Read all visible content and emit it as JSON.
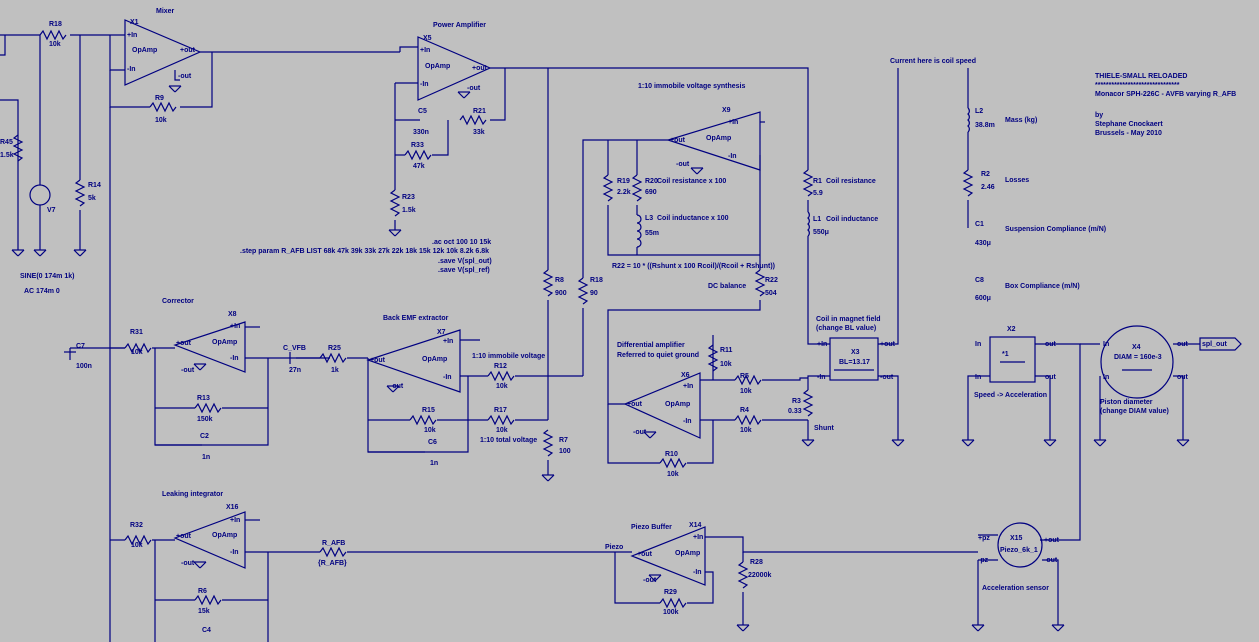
{
  "title": {
    "line1": "THIELE-SMALL RELOADED",
    "line2": "*******************************",
    "line3": "Monacor SPH-226C - AVFB varying R_AFB",
    "line4": "by",
    "line5": "Stephane Cnockaert",
    "line6": "Brussels - May 2010"
  },
  "blocks": {
    "mixer": "Mixer",
    "power": "Power Amplifier",
    "immobile": "1:10 immobile voltage synthesis",
    "corrector": "Corrector",
    "bemf": "Back EMF extractor",
    "diffamp1": "Differential amplifier",
    "diffamp2": "Referred to quiet ground",
    "leaking": "Leaking integrator",
    "piezobuf": "Piezo Buffer",
    "coilspeed": "Current here is coil speed",
    "coilmag1": "Coil in magnet field",
    "coilmag2": "(change BL value)",
    "speedacc": "Speed -> Acceleration",
    "piston1": "Piston diameter",
    "piston2": "(change DIAM value)",
    "accsensor": "Acceleration sensor",
    "dcbal": "DC balance",
    "imm_v": "1:10 immobile voltage",
    "tot_v": "1:10 total voltage",
    "r22eq": "R22 = 10 * ((Rshunt x 100 Rcoil)/(Rcoil + Rshunt))"
  },
  "directives": {
    "step": ".step param R_AFB LIST 68k 47k 39k 33k 27k 22k 18k 15k 12k 10k 8.2k 6.8k",
    "ac": ".ac oct 100 10 15k",
    "save1": ".save V(spl_out)",
    "save2": ".save V(spl_ref)",
    "sine": "SINE(0 174m 1k)",
    "acsrc": "AC 174m 0"
  },
  "labels": {
    "opamp": "OpAmp",
    "in_p": "+In",
    "in_n": "-In",
    "out_p": "+out",
    "out_n": "-out",
    "out": "out",
    "in": "In",
    "spl_out": "spl_out",
    "piezo": "Piezo",
    "shunt": "Shunt",
    "cvfb": "C_VFB",
    "rafb": "R_AFB",
    "rafb_val": "{R_AFB}",
    "x3val": "BL=13.17",
    "x4val": "DIAM = 160e-3",
    "x2sym": "*1",
    "x15val": "Piezo_6k_1",
    "coil_res": "Coil resistance",
    "coil_ind": "Coil inductance",
    "coil_res100": "Coil resistance x 100",
    "coil_ind100": "Coil inductance x 100",
    "mass": "Mass (kg)",
    "losses": "Losses",
    "susp": "Suspension Compliance (m/N)",
    "box": "Box Compliance (m/N)",
    "pz_p": "+pz",
    "pz_n": "-pz"
  },
  "components": {
    "X1": "X1",
    "X5": "X5",
    "X9": "X9",
    "X8": "X8",
    "X7": "X7",
    "X6": "X6",
    "X16": "X16",
    "X14": "X14",
    "X3": "X3",
    "X2": "X2",
    "X4": "X4",
    "X15": "X15",
    "V7": "V7",
    "R18": "R18",
    "R18v": "10k",
    "R9": "R9",
    "R9v": "10k",
    "R45": "R45",
    "R45v": "1.5k",
    "R14": "R14",
    "R14v": "5k",
    "C5": "C5",
    "C5v": "330n",
    "R21": "R21",
    "R21v": "33k",
    "R33": "R33",
    "R33v": "47k",
    "R23": "R23",
    "R23v": "1.5k",
    "R19": "R19",
    "R19v": "2.2k",
    "R20": "R20",
    "R20v": "690",
    "L3": "L3",
    "L3v": "55m",
    "R1": "R1",
    "R1v": "5.9",
    "L1": "L1",
    "L1v": "550μ",
    "R8": "R8",
    "R8v": "900",
    "R18b": "R18",
    "R18bv": "90",
    "R22": "R22",
    "R22v": "504",
    "L2": "L2",
    "L2v": "38.8m",
    "R2": "R2",
    "R2v": "2.46",
    "C1": "C1",
    "C1v": "430μ",
    "C8": "C8",
    "C8v": "600μ",
    "C7": "C7",
    "C7v": "100n",
    "R31": "R31",
    "R31v": "10k",
    "R13": "R13",
    "R13v": "150k",
    "C2": "C2",
    "C2v": "1n",
    "C_VFB": "27n",
    "R25": "R25",
    "R25v": "1k",
    "R12": "R12",
    "R12v": "10k",
    "R15": "R15",
    "R15v": "10k",
    "R17": "R17",
    "R17v": "10k",
    "C6": "C6",
    "C6v": "1n",
    "R7": "R7",
    "R7v": "100",
    "R11": "R11",
    "R11v": "10k",
    "R5": "R5",
    "R5v": "10k",
    "R4": "R4",
    "R4v": "10k",
    "R3": "R3",
    "R3v": "0.33",
    "R10": "R10",
    "R10v": "10k",
    "R32": "R32",
    "R32v": "10k",
    "R6": "R6",
    "R6v": "15k",
    "C4": "C4",
    "R28": "R28",
    "R28v": "22000k",
    "R29": "R29",
    "R29v": "100k"
  }
}
